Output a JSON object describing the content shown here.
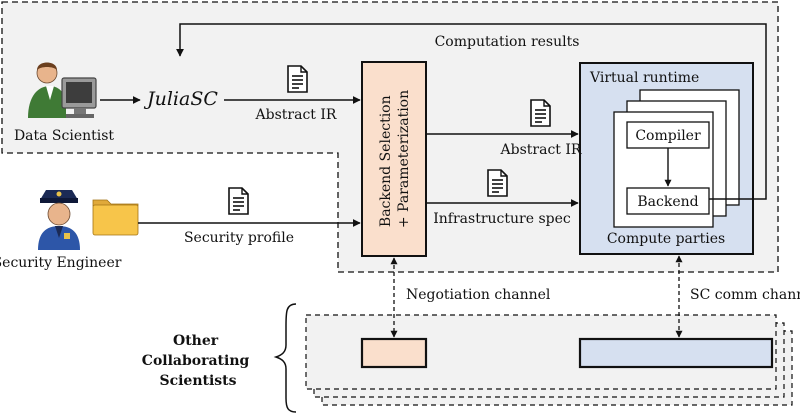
{
  "actors": {
    "data_scientist": "Data Scientist",
    "security_engineer": "Security Engineer",
    "juliasc": "JuliaSC",
    "other_scientists": [
      "Other",
      "Collaborating",
      "Scientists"
    ]
  },
  "edges": {
    "computation_results": "Computation results",
    "abstract_ir_in": "Abstract IR",
    "abstract_ir_out": "Abstract IR",
    "infrastructure_spec": "Infrastructure spec",
    "security_profile": "Security profile",
    "negotiation_channel": "Negotiation channel",
    "sc_comm_channel": "SC comm channel"
  },
  "backend_selection": [
    "Backend Selection",
    "+ Parameterization"
  ],
  "runtime": {
    "title": "Virtual runtime",
    "compiler": "Compiler",
    "backend": "Backend",
    "compute_parties": "Compute parties"
  },
  "colors": {
    "local_region_bg": "#f2f2f2",
    "backend_selection_fill": "#fadfcc",
    "runtime_fill": "#d6e0f0",
    "folder_fill": "#f7c54a"
  },
  "icons": [
    "document-icon",
    "folder-icon",
    "person-computer-icon",
    "police-officer-icon"
  ]
}
